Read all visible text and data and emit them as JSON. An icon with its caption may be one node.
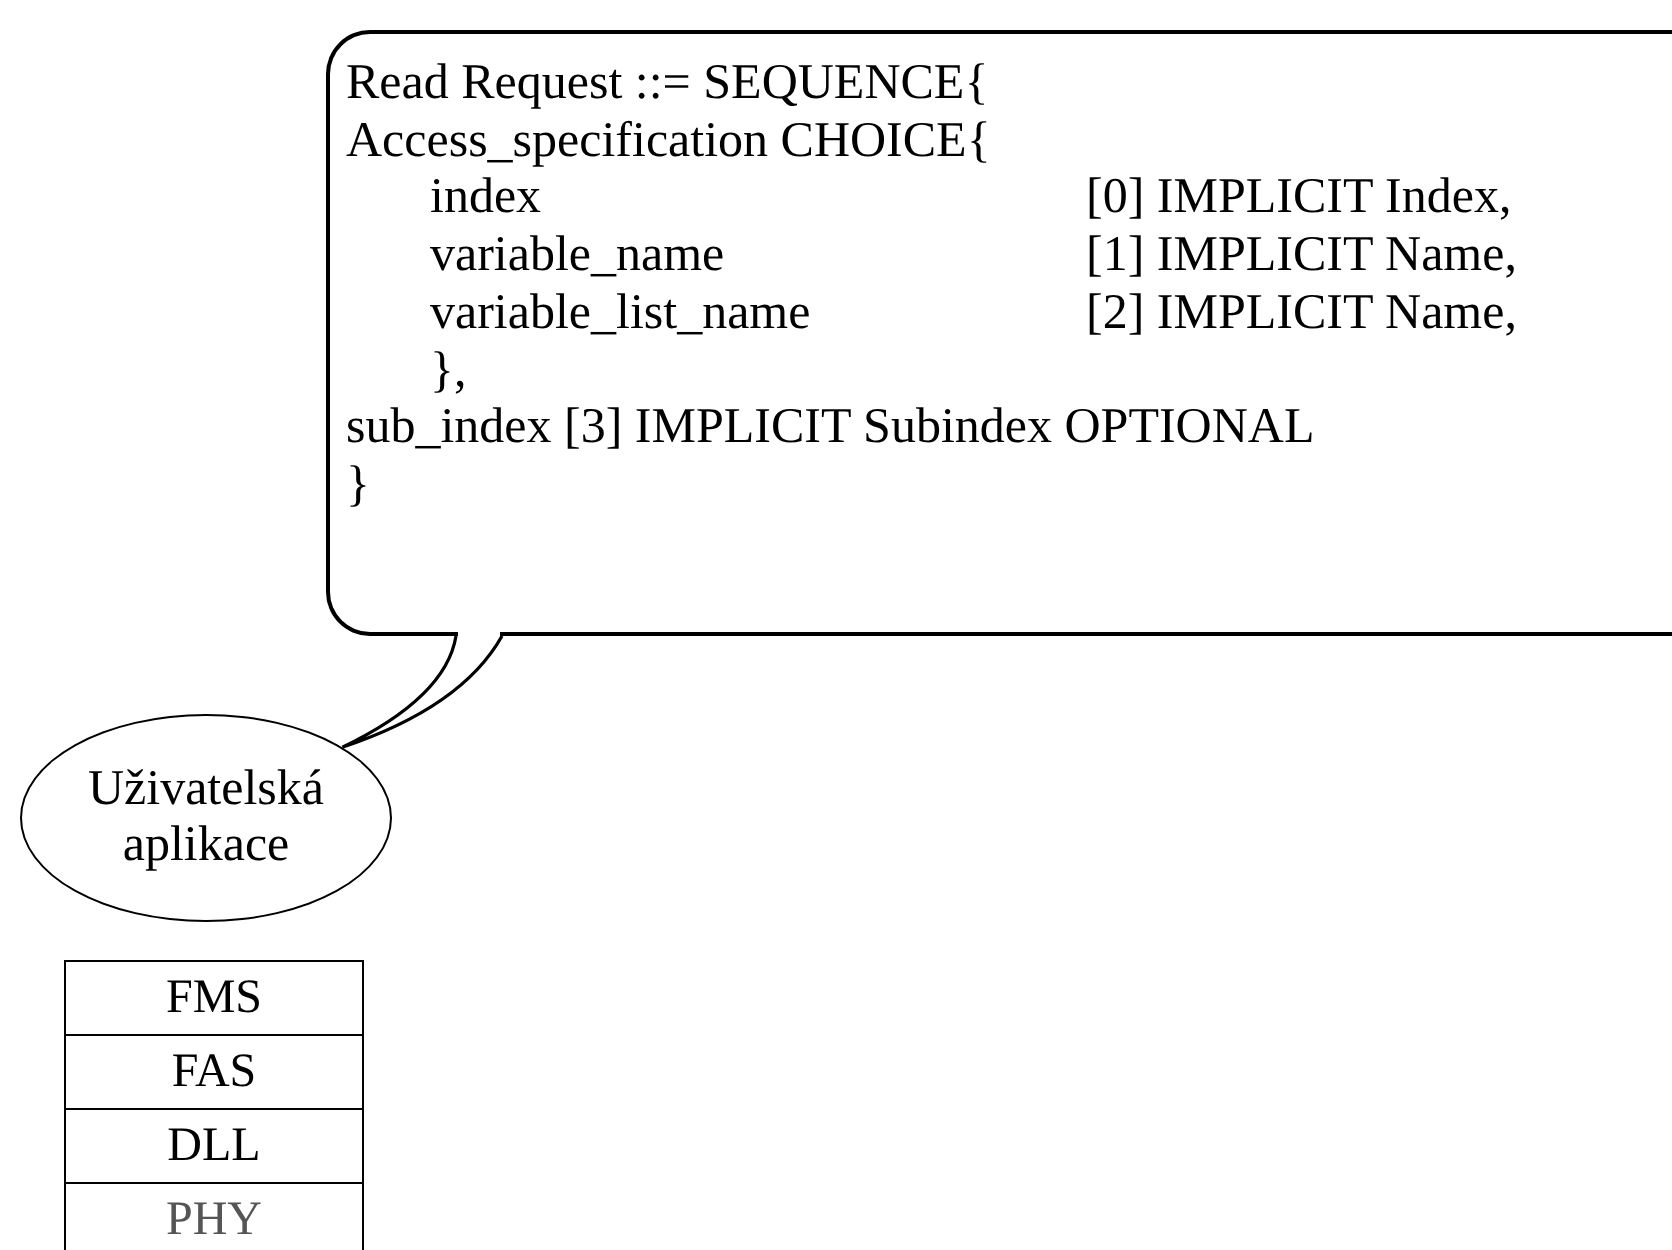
{
  "diagram": {
    "nodes": [
      {
        "text": [
          "Read Request ::= SEQUENCE{",
          "Access_specification CHOICE{",
          "index",
          "[0] IMPLICIT Index,",
          "variable_name",
          "[1] IMPLICIT Name,",
          "variable_list_name",
          "[2] IMPLICIT Name,",
          "},",
          "sub_index [3] IMPLICIT Subindex OPTIONAL",
          "}"
        ]
      },
      {
        "text": [
          "Uživatelská aplikace"
        ]
      },
      {
        "text": [
          "FMS"
        ]
      },
      {
        "text": [
          "FAS"
        ]
      },
      {
        "text": [
          "DLL"
        ]
      },
      {
        "text": [
          "PHY"
        ]
      }
    ],
    "edges": [
      {
        "from": 0,
        "to": 1,
        "arrow": "none"
      }
    ]
  }
}
